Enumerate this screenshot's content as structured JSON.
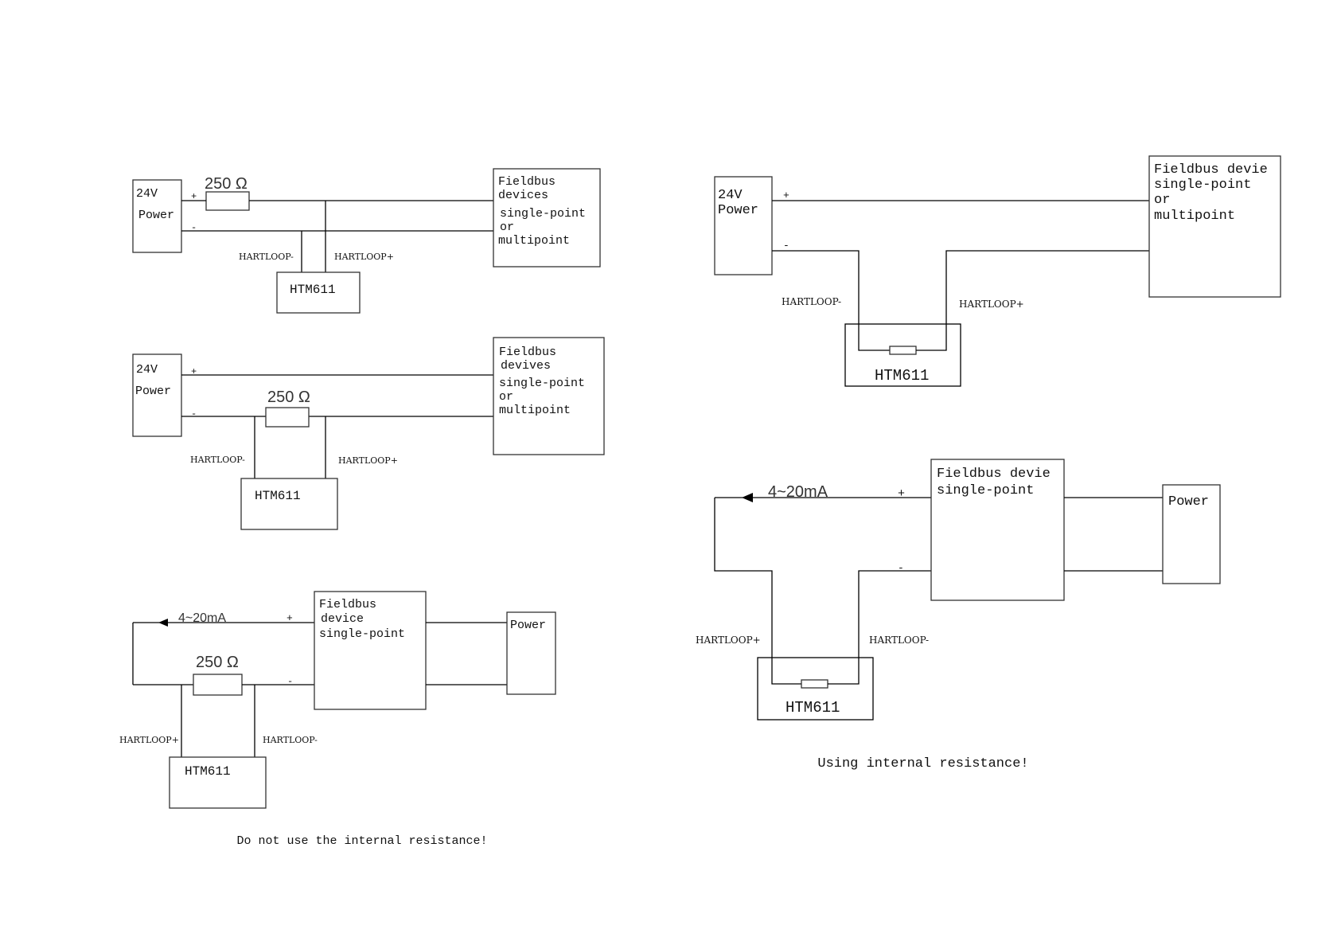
{
  "d1": {
    "power": [
      "24V",
      "Power"
    ],
    "res": "250 Ω",
    "plus": "+",
    "minus": "-",
    "field": [
      "Fieldbus",
      "devices",
      "single-point",
      "or",
      "multipoint"
    ],
    "loopm": "HARTLOOP-",
    "loopp": "HARTLOOP+",
    "htm": "HTM611"
  },
  "d2": {
    "power": [
      "24V",
      "Power"
    ],
    "res": "250 Ω",
    "plus": "+",
    "minus": "-",
    "field": [
      "Fieldbus",
      "devives",
      "single-point",
      "or",
      "multipoint"
    ],
    "loopm": "HARTLOOP-",
    "loopp": "HARTLOOP+",
    "htm": "HTM611"
  },
  "d3": {
    "current": "4~20mA",
    "res": "250 Ω",
    "plus": "+",
    "minus": "-",
    "field": [
      "Fieldbus",
      "device",
      "single-point"
    ],
    "power": "Power",
    "loopp": "HARTLOOP+",
    "loopm": "HARTLOOP-",
    "htm": "HTM611"
  },
  "caption_left": "Do not use the internal resistance!",
  "d4": {
    "power": [
      "24V",
      "Power"
    ],
    "plus": "+",
    "minus": "-",
    "field": [
      "Fieldbus devie",
      "single-point",
      "or",
      "multipoint"
    ],
    "loopm": "HARTLOOP-",
    "loopp": "HARTLOOP+",
    "htm": "HTM611"
  },
  "d5": {
    "current": "4~20mA",
    "plus": "+",
    "minus": "-",
    "field": [
      "Fieldbus devie",
      "single-point"
    ],
    "power": "Power",
    "loopp": "HARTLOOP+",
    "loopm": "HARTLOOP-",
    "htm": "HTM611"
  },
  "caption_right": "Using internal resistance!"
}
